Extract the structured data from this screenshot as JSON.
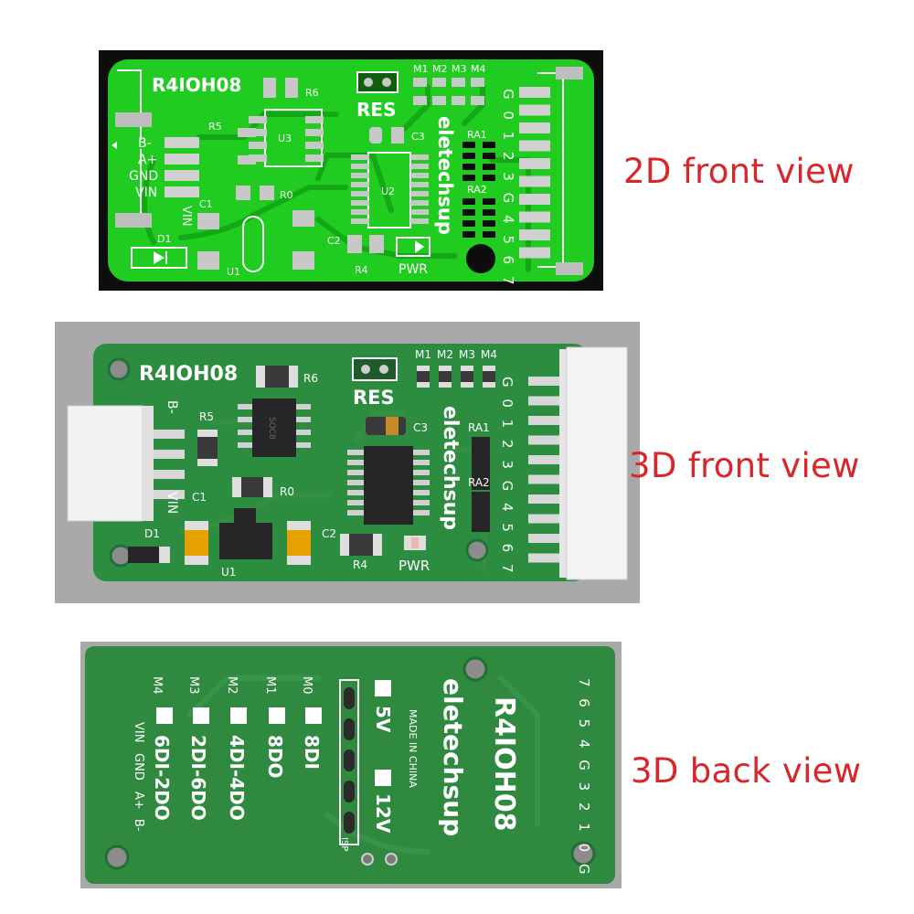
{
  "captions": {
    "front2d": "2D front view",
    "front3d": "3D front view",
    "back3d": "3D back view"
  },
  "board": {
    "name": "R4IOH08",
    "brand": "eletechsup",
    "res": "RES",
    "pwr": "PWR",
    "made_in": "MADE IN CHINA",
    "isp": "ISP",
    "v5": "5V",
    "v12": "12V",
    "out_pins": [
      "G",
      "0",
      "1",
      "2",
      "3",
      "G",
      "4",
      "5",
      "6",
      "7"
    ],
    "in_pins": [
      "B-",
      "A+",
      "GND",
      "VIN"
    ],
    "mode_labels": [
      "M1",
      "M2",
      "M3",
      "M4"
    ],
    "mode_back": [
      "M4",
      "M3",
      "M2",
      "M1",
      "M0"
    ],
    "mode_desc": [
      "6DI-2DO",
      "2DI-6DO",
      "4DI-4DO",
      "8DO",
      "8DI"
    ],
    "refs": {
      "r6": "R6",
      "r5": "R5",
      "r0": "R0",
      "r4": "R4",
      "u1": "U1",
      "u2": "U2",
      "u3": "U3",
      "c1": "C1",
      "c2": "C2",
      "c3": "C3",
      "d1": "D1",
      "ra1": "RA1",
      "ra2": "RA2"
    },
    "chip_mark": "SOC8"
  },
  "colors": {
    "pcb_2d": "#1fcc1f",
    "pcb_3d": "#2c8c3f",
    "pcb_back": "#2f8a3f",
    "frame_gray": "#a9a9a9",
    "caption_red": "#d8262b"
  }
}
